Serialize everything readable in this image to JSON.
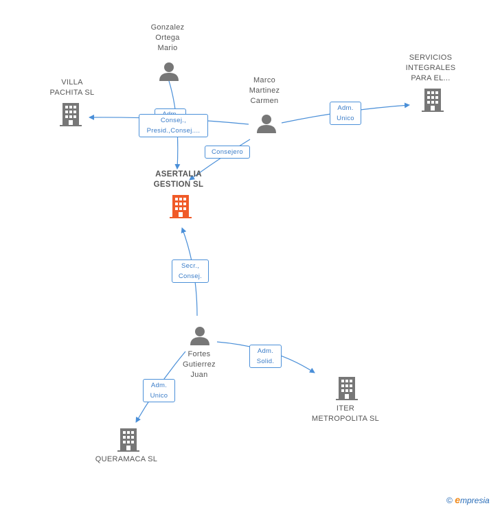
{
  "colors": {
    "edge": "#4a8fd8",
    "node_icon": "#777777",
    "main_icon": "#f05a28",
    "label": "#555555",
    "edge_label": "#3a7cc8"
  },
  "nodes": [
    {
      "id": "gonzalez",
      "kind": "person",
      "lines": [
        "Gonzalez",
        "Ortega",
        "Mario"
      ]
    },
    {
      "id": "marco",
      "kind": "person",
      "lines": [
        "Marco",
        "Martinez",
        "Carmen"
      ]
    },
    {
      "id": "fortes",
      "kind": "person",
      "lines": [
        "Fortes",
        "Gutierrez",
        "Juan"
      ]
    },
    {
      "id": "villa",
      "kind": "company",
      "lines": [
        "VILLA",
        "PACHITA SL"
      ]
    },
    {
      "id": "servicios",
      "kind": "company",
      "lines": [
        "SERVICIOS",
        "INTEGRALES",
        "PARA EL..."
      ]
    },
    {
      "id": "asertalia",
      "kind": "main-company",
      "lines": [
        "ASERTALIA",
        "GESTION SL"
      ]
    },
    {
      "id": "iter",
      "kind": "company",
      "lines": [
        "ITER",
        "METROPOLITA SL"
      ]
    },
    {
      "id": "queramaca",
      "kind": "company",
      "lines": [
        "QUERAMACA SL"
      ]
    }
  ],
  "edges": [
    {
      "id": "e1",
      "lines": [
        "Adm.",
        "Consej.,",
        "Presid.,Consej...."
      ]
    },
    {
      "id": "e2",
      "lines": [
        "Adm.",
        "Unico"
      ]
    },
    {
      "id": "e3",
      "lines": [
        "Consejero"
      ]
    },
    {
      "id": "e4",
      "lines": [
        "Secr.,",
        "Consej."
      ]
    },
    {
      "id": "e5",
      "lines": [
        "Adm.",
        "Solid."
      ]
    },
    {
      "id": "e6",
      "lines": [
        "Adm.",
        "Unico"
      ]
    }
  ],
  "footer": {
    "copyright": "©",
    "e_letter": "e",
    "brand": "mpresia"
  }
}
